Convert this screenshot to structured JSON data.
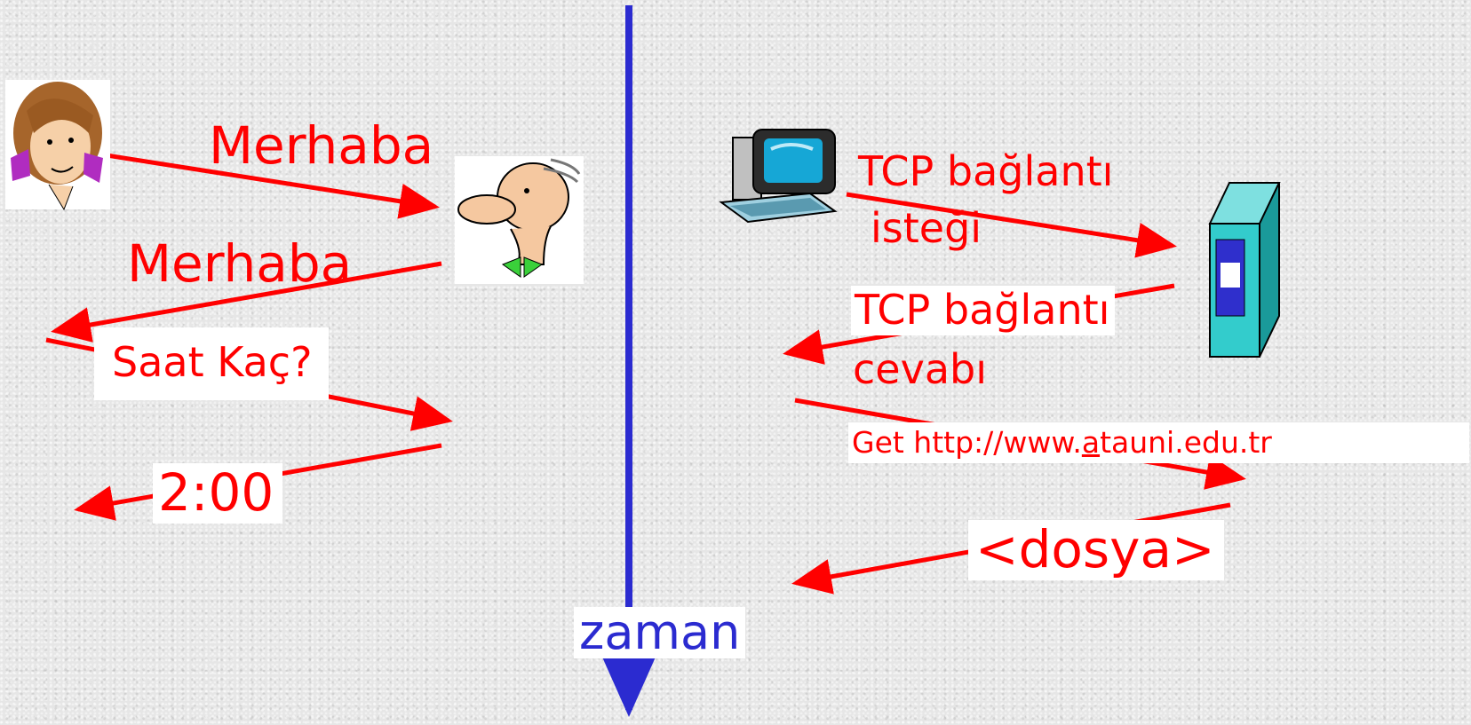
{
  "left": {
    "msg1": "Merhaba",
    "msg2": "Merhaba",
    "msg3": "Saat Kaç?",
    "msg4": "2:00"
  },
  "right": {
    "request_line1": "TCP bağlantı",
    "request_line2": "isteği",
    "response_line1": "TCP bağlantı",
    "response_line2": "cevabı",
    "get_prefix": "Get http://www.",
    "get_underlined": "a",
    "get_suffix": "tauni.edu.tr",
    "file": "<dosya>"
  },
  "time_label": "zaman",
  "colors": {
    "arrow": "#ff0000",
    "timeline": "#2b2bd0",
    "text": "#ff0000"
  },
  "icons": [
    "woman-person-icon",
    "man-person-icon",
    "computer-icon",
    "server-icon"
  ]
}
